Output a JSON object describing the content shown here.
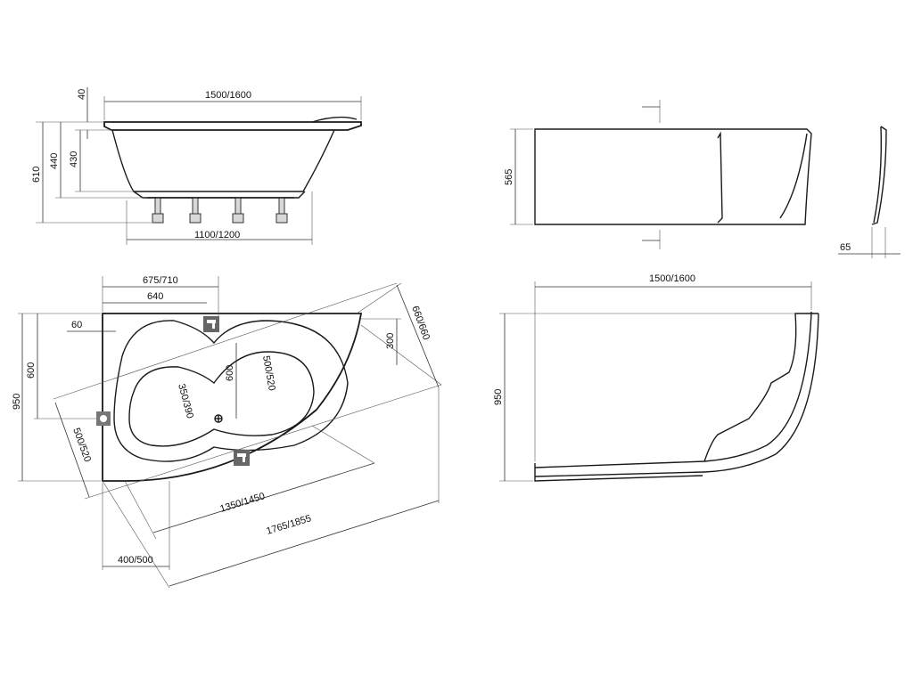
{
  "side_view": {
    "top_length": "1500/1600",
    "rim_thickness": "40",
    "height_total": "610",
    "height_a": "440",
    "height_b": "430",
    "legs_span": "1100/1200"
  },
  "plan_view": {
    "width_overall": "675/710",
    "width_inner": "640",
    "drain_offset": "60",
    "height_total": "950",
    "height_inner": "600",
    "diag_right": "660/660",
    "right_short": "300",
    "center_depth": "600",
    "basin_left": "350/390",
    "basin_right": "500/520",
    "left_diag": "500/520",
    "basin_length": "1350/1450",
    "overall_diag": "1765/1855",
    "bottom_offset": "400/500"
  },
  "panel_front_view": {
    "height": "565"
  },
  "panel_profile_view": {
    "thickness": "65"
  },
  "panel_plan_view": {
    "length": "1500/1600",
    "depth": "950"
  }
}
